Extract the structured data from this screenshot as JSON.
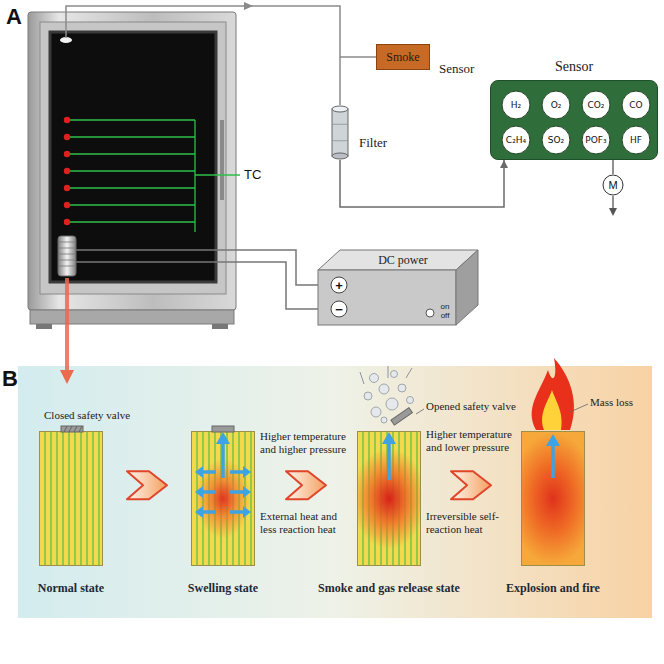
{
  "diagram": {
    "nodes": [
      {
        "text": [
          "Smoke",
          "Sensor"
        ]
      },
      {
        "text": [
          "Filter"
        ]
      },
      {
        "text": [
          "Sensor"
        ]
      },
      {
        "text": [
          "H₂"
        ],
        "in": 2
      },
      {
        "text": [
          "O₂"
        ],
        "in": 2
      },
      {
        "text": [
          "CO₂"
        ],
        "in": 2
      },
      {
        "text": [
          "CO"
        ],
        "in": 2
      },
      {
        "text": [
          "C₂H₄"
        ],
        "in": 2
      },
      {
        "text": [
          "SO₂"
        ],
        "in": 2
      },
      {
        "text": [
          "POF₃"
        ],
        "in": 2
      },
      {
        "text": [
          "HF"
        ],
        "in": 2
      },
      {
        "text": [
          "M"
        ]
      },
      {
        "text": [
          "DC power",
          "on off"
        ]
      },
      {
        "text": [
          "+"
        ],
        "in": 12
      },
      {
        "text": [
          "−"
        ],
        "in": 12
      },
      {
        "text": [
          "Normal state"
        ]
      },
      {
        "text": [
          "Swelling state"
        ]
      },
      {
        "text": [
          "Smoke and gas release state"
        ]
      },
      {
        "text": [
          "Explosion and fire"
        ]
      }
    ],
    "edges": [
      {
        "from": 1,
        "to": 2,
        "arrow": "to"
      },
      {
        "from": 2,
        "to": 11,
        "arrow": "none"
      },
      {
        "from": 15,
        "to": 16,
        "arrow": "to"
      },
      {
        "from": 16,
        "to": 17,
        "arrow": "to"
      },
      {
        "from": 17,
        "to": 18,
        "arrow": "to"
      }
    ],
    "labels": [
      "A",
      "TC",
      "B",
      "Closed safety valve",
      "Higher temperature and higher pressure",
      "External heat and less reaction heat",
      "Opened safety valve",
      "Higher temperature and lower pressure",
      "Irreversible self-reaction heat",
      "Mass loss"
    ]
  }
}
